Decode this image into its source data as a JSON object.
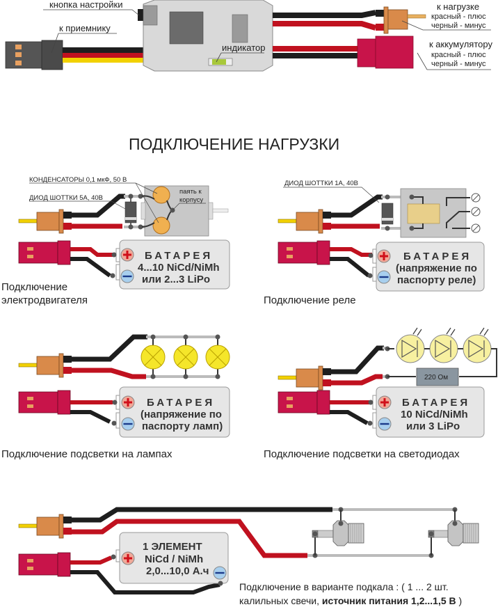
{
  "top": {
    "button_label": "кнопка настройки",
    "receiver_label": "к приемнику",
    "indicator_label": "индикатор",
    "load_label": "к нагрузке",
    "load_red": "красный - плюс",
    "load_black": "черный - минус",
    "battery_label": "к аккумулятору",
    "battery_red": "красный - плюс",
    "battery_black": "черный - минус"
  },
  "title": "ПОДКЛЮЧЕНИЕ  НАГРУЗКИ",
  "motor": {
    "capacitors": "КОНДЕНСАТОРЫ 0,1 мкФ, 50 В",
    "diode": "ДИОД ШОТТКИ 5А, 40В",
    "solder_1": "паять к",
    "solder_2": "корпусу",
    "battery": [
      "БАТАРЕЯ",
      "4...10  NiCd/NiMh",
      "или  2...3 LiPo"
    ],
    "caption_1": "Подключение",
    "caption_2": "электродвигателя"
  },
  "relay": {
    "diode": "ДИОД ШОТТКИ 1А, 40В",
    "battery": [
      "БАТАРЕЯ",
      "(напряжение по",
      "паспорту реле)"
    ],
    "caption": "Подключение  реле"
  },
  "lamps": {
    "battery": [
      "БАТАРЕЯ",
      "(напряжение по",
      "паспорту ламп)"
    ],
    "caption": "Подключение  подсветки  на  лампах"
  },
  "leds": {
    "resistor": "220 Ом",
    "battery": [
      "БАТАРЕЯ",
      "10  NiCd/NiMh",
      "или 3 LiPo"
    ],
    "caption": "Подключение  подсветки  на  светодиодах"
  },
  "glow": {
    "battery": [
      "1  ЭЛЕМЕНТ",
      "NiCd / NiMh",
      "2,0...10,0 А.ч"
    ],
    "caption_1": "Подключение  в  варианте  подкала : (  1 ... 2  шт.",
    "caption_2_plain": "калильных свечи, ",
    "caption_2_bold": "источник питания 1,2...1,5 В",
    "caption_2_end": " )"
  },
  "colors": {
    "wire_black": "#1e1e1e",
    "wire_red": "#c0111f",
    "wire_yellow": "#f2d100",
    "connector_orange": "#d98a4a",
    "connector_red": "#c8144a",
    "device_gray": "#d9d9d9",
    "battery_box": "#e6e6e6",
    "lamp_yellow": "#f5e62a",
    "led_yellow": "#f7f0a0",
    "plus_fill": "#f0a898",
    "minus_fill": "#a8cfee"
  }
}
